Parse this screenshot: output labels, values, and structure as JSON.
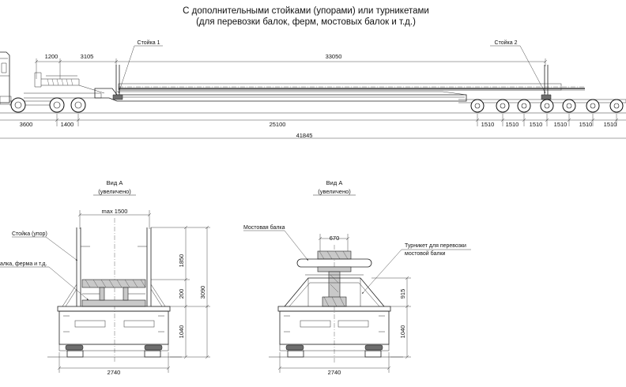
{
  "title": {
    "line1": "С дополнительными стойками (упорами) или турникетами",
    "line2": "(для перевозки балок, ферм, мостовых балок и т.д.)"
  },
  "side_view": {
    "post1_label": "Стойка 1",
    "post2_label": "Стойка 2",
    "dim_1200": "1200",
    "dim_3105": "3105",
    "dim_33050": "33050",
    "dim_3600": "3600",
    "dim_1400": "1400",
    "dim_25100": "25100",
    "axle_spacings": [
      "1510",
      "1510",
      "1510",
      "1510",
      "1510",
      "1510"
    ],
    "dim_total": "41845"
  },
  "view_a_left": {
    "title": "Вид А",
    "subtitle": "(увеличено)",
    "post_label": "Стойка (упор)",
    "beam_label": "алка, ферма и т.д.",
    "dim_max": "max 1500",
    "dim_1850": "1850",
    "dim_200": "200",
    "dim_3090": "3090",
    "dim_1040": "1040",
    "dim_width": "2740"
  },
  "view_a_right": {
    "title": "Вид А",
    "subtitle": "(увеличено)",
    "bridge_beam_label": "Мостовая балка",
    "turnstile_label_line1": "Турникет для перевозки",
    "turnstile_label_line2": "мостовой балки",
    "dim_670": "670",
    "dim_915": "915",
    "dim_1040": "1040",
    "dim_width": "2740"
  }
}
